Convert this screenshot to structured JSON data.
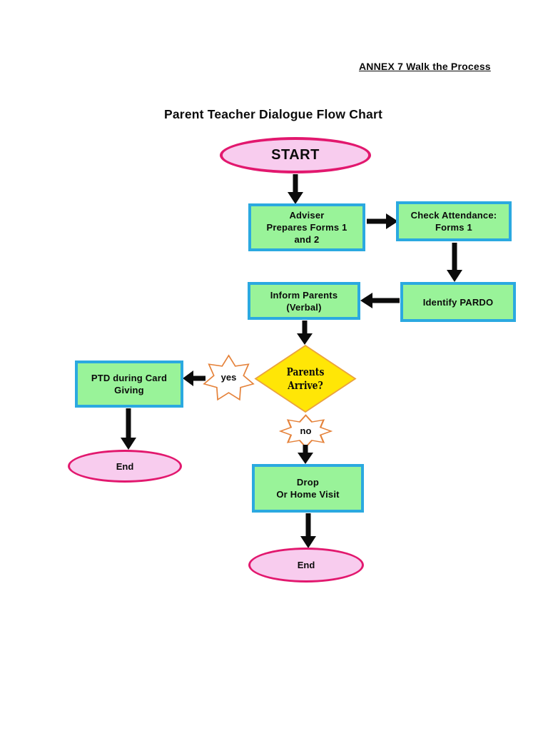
{
  "header": {
    "annex_label": "ANNEX 7 Walk the Process"
  },
  "title": "Parent Teacher Dialogue Flow Chart",
  "nodes": {
    "start": "START",
    "adviser": "Adviser\nPrepares Forms 1\nand 2",
    "check_attendance": "Check Attendance:\nForms 1",
    "identify_pardo": "Identify PARDO",
    "inform_parents": "Inform Parents\n(Verbal)",
    "parents_arrive": "Parents\nArrive?",
    "yes": "yes",
    "no": "no",
    "ptd_card_giving": "PTD during Card\nGiving",
    "end_left": "End",
    "drop_home_visit": "Drop\nOr Home Visit",
    "end_bottom": "End"
  },
  "edges": [
    {
      "from": "start",
      "to": "adviser"
    },
    {
      "from": "adviser",
      "to": "check_attendance"
    },
    {
      "from": "check_attendance",
      "to": "identify_pardo"
    },
    {
      "from": "identify_pardo",
      "to": "inform_parents"
    },
    {
      "from": "inform_parents",
      "to": "parents_arrive"
    },
    {
      "from": "parents_arrive",
      "to": "ptd_card_giving",
      "label": "yes"
    },
    {
      "from": "ptd_card_giving",
      "to": "end_left"
    },
    {
      "from": "parents_arrive",
      "to": "drop_home_visit",
      "label": "no"
    },
    {
      "from": "drop_home_visit",
      "to": "end_bottom"
    }
  ],
  "colors": {
    "process_fill": "#99F399",
    "process_border": "#2BA9E0",
    "terminal_fill": "#F8CCEE",
    "terminal_border": "#E2186E",
    "decision_fill": "#FFE606",
    "decision_border": "#EAA23E",
    "burst_border": "#E5823A",
    "arrow": "#000000",
    "text": "#0b0b0b"
  }
}
